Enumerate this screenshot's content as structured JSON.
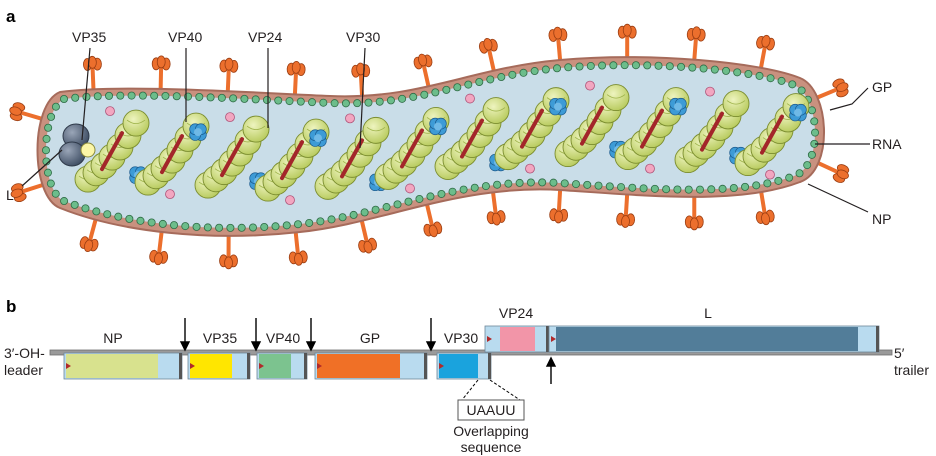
{
  "panel_a": {
    "letter": "a",
    "labels": {
      "vp35": "VP35",
      "vp40": "VP40",
      "vp24": "VP24",
      "vp30": "VP30",
      "gp": "GP",
      "rna": "RNA",
      "l": "L",
      "np": "NP"
    }
  },
  "panel_b": {
    "letter": "b",
    "leader_line1": "3′-OH-",
    "leader_line2": "leader",
    "trailer_line1": "5′",
    "trailer_line2": "trailer",
    "genes": [
      {
        "name": "NP",
        "color": "#d8e28e"
      },
      {
        "name": "VP35",
        "color": "#ffe600"
      },
      {
        "name": "VP40",
        "color": "#7cc38f"
      },
      {
        "name": "GP",
        "color": "#f07026"
      },
      {
        "name": "VP30",
        "color": "#1aa3dd"
      },
      {
        "name": "VP24",
        "color": "#f295a8"
      },
      {
        "name": "L",
        "color": "#527d99"
      }
    ],
    "overlap_seq": "UAAUU",
    "overlap_line1": "Overlapping",
    "overlap_line2": "sequence"
  },
  "colors": {
    "lumen": "#c9dde8",
    "membrane": "#c9917f",
    "matrix_bead": "#6cbd8b",
    "np_bead": "#d7e38a",
    "rna": "#a3262a",
    "vp24_bead": "#f2a6c0",
    "vp30_blob": "#3d9bd6",
    "gp_spike": "#ec6f2d",
    "l_protein": "#56677d",
    "utr": "#b9dbef"
  }
}
